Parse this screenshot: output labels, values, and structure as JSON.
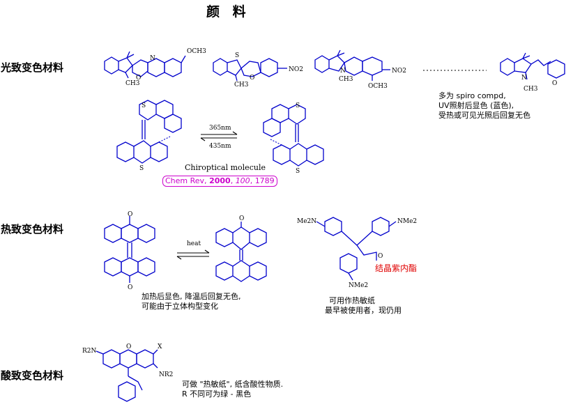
{
  "title": "颜 料",
  "sections": {
    "photochromic": {
      "heading": "光致变色材料",
      "note_lines": [
        "多为 spiro compd,",
        "UV照射后显色 (蓝色),",
        "受热或可见光照后回复无色"
      ],
      "arrow_forward": "365nm",
      "arrow_back": "435nm",
      "molecule_caption": "Chiroptical molecule",
      "citation": {
        "journal": "Chem Rev,",
        "year": "2000",
        "volume": "100",
        "pages": "1789"
      },
      "labels": {
        "och3": "OCH3",
        "no2_a": "NO2",
        "no2_b": "NO2",
        "och3_b": "OCH3",
        "n": "N",
        "s": "S",
        "o": "O",
        "ch3": "CH3"
      }
    },
    "thermochromic": {
      "heading": "热致变色材料",
      "arrow_label": "heat",
      "note_left": [
        "加热后显色, 降温后回复无色,",
        "可能由于立体构型变化"
      ],
      "dye_name": "结晶紫内酯",
      "note_right": [
        "可用作热敏纸",
        "最早被使用者，现仍用"
      ],
      "labels": {
        "nme2_left": "Me2N",
        "nme2_right": "NMe2",
        "nme2_bottom": "NMe2",
        "o": "O"
      }
    },
    "acidochromic": {
      "heading": "酸致变色材料",
      "note_lines": [
        "可做 \"热敏纸\", 纸含酸性物质.",
        "R 不同可为绿 - 黑色"
      ],
      "labels": {
        "r2n": "R2N",
        "x": "X",
        "nr2": "NR2",
        "o": "O"
      }
    }
  },
  "colors": {
    "structure": "#0000cc",
    "citation": "#cc00cc",
    "dye_name": "#e00000"
  }
}
